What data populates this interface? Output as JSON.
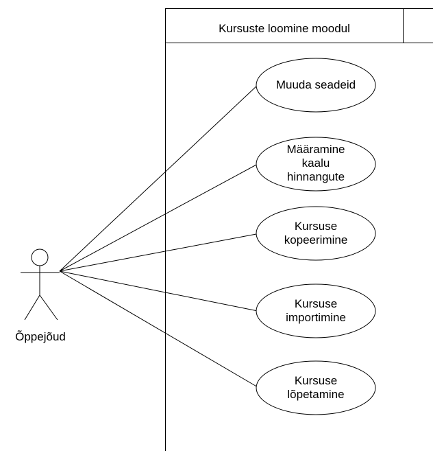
{
  "system": {
    "title": "Kursuste loomine moodul"
  },
  "actor": {
    "name": "Õppejõud"
  },
  "use_cases": [
    {
      "label": "Muuda seadeid"
    },
    {
      "label": "Määramine\nkaalu\nhinnangute"
    },
    {
      "label": "Kursuse\nkopeerimine"
    },
    {
      "label": "Kursuse\nimportimine"
    },
    {
      "label": "Kursuse\nlõpetamine"
    }
  ]
}
